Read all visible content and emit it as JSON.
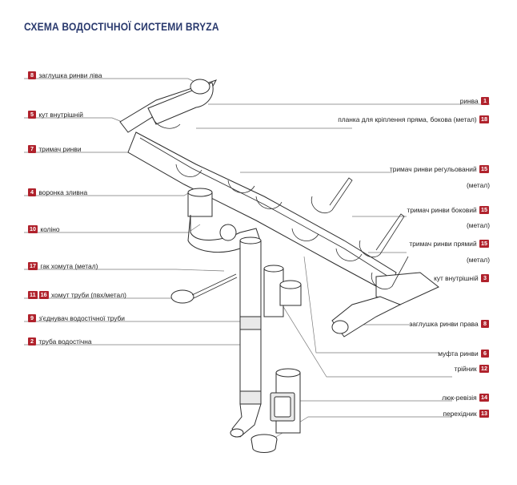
{
  "title": "СХЕМА ВОДОСТІЧНОЇ СИСТЕМИ BRYZA",
  "colors": {
    "title": "#2a3a6e",
    "badge": "#b0222c",
    "line": "#2d2d2d",
    "leader": "#7a7a7a"
  },
  "left_labels": [
    {
      "nums": [
        "8"
      ],
      "text": "заглушка ринви ліва"
    },
    {
      "nums": [
        "5"
      ],
      "text": "кут внутрішній"
    },
    {
      "nums": [
        "7"
      ],
      "text": "тримач ринви"
    },
    {
      "nums": [
        "4"
      ],
      "text": "воронка зливна"
    },
    {
      "nums": [
        "10"
      ],
      "text": "коліно"
    },
    {
      "nums": [
        "17"
      ],
      "text": "гак хомута (метал)"
    },
    {
      "nums": [
        "11",
        "16"
      ],
      "text": "хомут труби (пвх/метал)"
    },
    {
      "nums": [
        "9"
      ],
      "text": "з'єднувач водостічної труби"
    },
    {
      "nums": [
        "2"
      ],
      "text": "труба водостічна"
    }
  ],
  "right_labels": [
    {
      "nums": [
        "1"
      ],
      "text": "ринва"
    },
    {
      "nums": [
        "18"
      ],
      "text": "планка для кріплення пряма, бокова (метал)"
    },
    {
      "nums": [
        "15"
      ],
      "text": "тримач ринви регульований"
    },
    {
      "nums": [],
      "text": "(метал)"
    },
    {
      "nums": [
        "15"
      ],
      "text": "тримач ринви боковий"
    },
    {
      "nums": [],
      "text": "(метал)"
    },
    {
      "nums": [
        "15"
      ],
      "text": "тримач ринви прямий"
    },
    {
      "nums": [],
      "text": "(метал)"
    },
    {
      "nums": [
        "3"
      ],
      "text": "кут внутрішній"
    },
    {
      "nums": [
        "8"
      ],
      "text": "заглушка ринви права"
    },
    {
      "nums": [
        "6"
      ],
      "text": "муфта ринви"
    },
    {
      "nums": [
        "12"
      ],
      "text": "трійник"
    },
    {
      "nums": [
        "14"
      ],
      "text": "люк-ревізія"
    },
    {
      "nums": [
        "13"
      ],
      "text": "перехідник"
    }
  ]
}
